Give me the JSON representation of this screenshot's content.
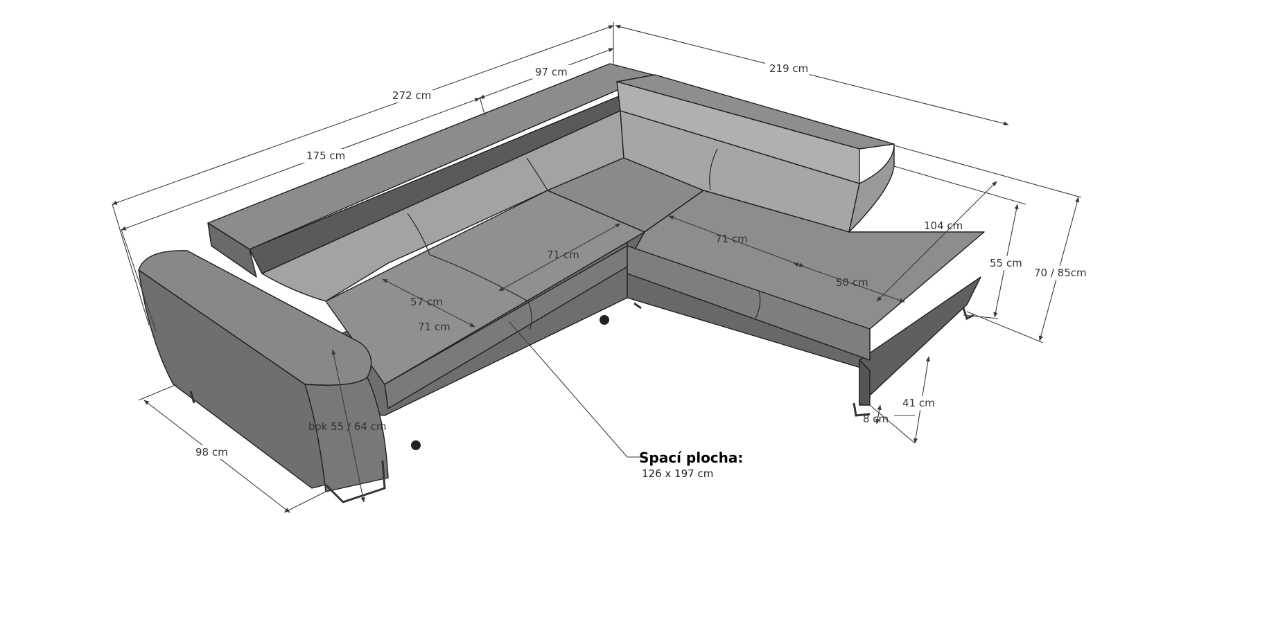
{
  "diagram": {
    "dimensions": {
      "total_length": "272 cm",
      "section_length": "175 cm",
      "corner_section": "97 cm",
      "right_length": "219 cm",
      "chaise_depth": "104 cm",
      "back_height": "55 cm",
      "headrest_height": "70 / 85cm",
      "seat_depth_left": "57 cm",
      "seat_width_left": "71 cm",
      "seat_width_front": "71 cm",
      "seat_width_right": "71 cm",
      "seat_depth_right": "50 cm",
      "seat_height": "41 cm",
      "leg_height": "8 cm",
      "armrest_height": "bok 55 / 64 cm",
      "overall_depth": "98 cm"
    },
    "sleeping_area": {
      "title": "Spací plocha:",
      "size": "126 x 197 cm"
    },
    "colors": {
      "upholstery_top": "#8a8a8a",
      "upholstery_front": "#6e6e6e",
      "upholstery_light": "#a6a6a6",
      "dimension_line": "#3a3a3a"
    }
  }
}
